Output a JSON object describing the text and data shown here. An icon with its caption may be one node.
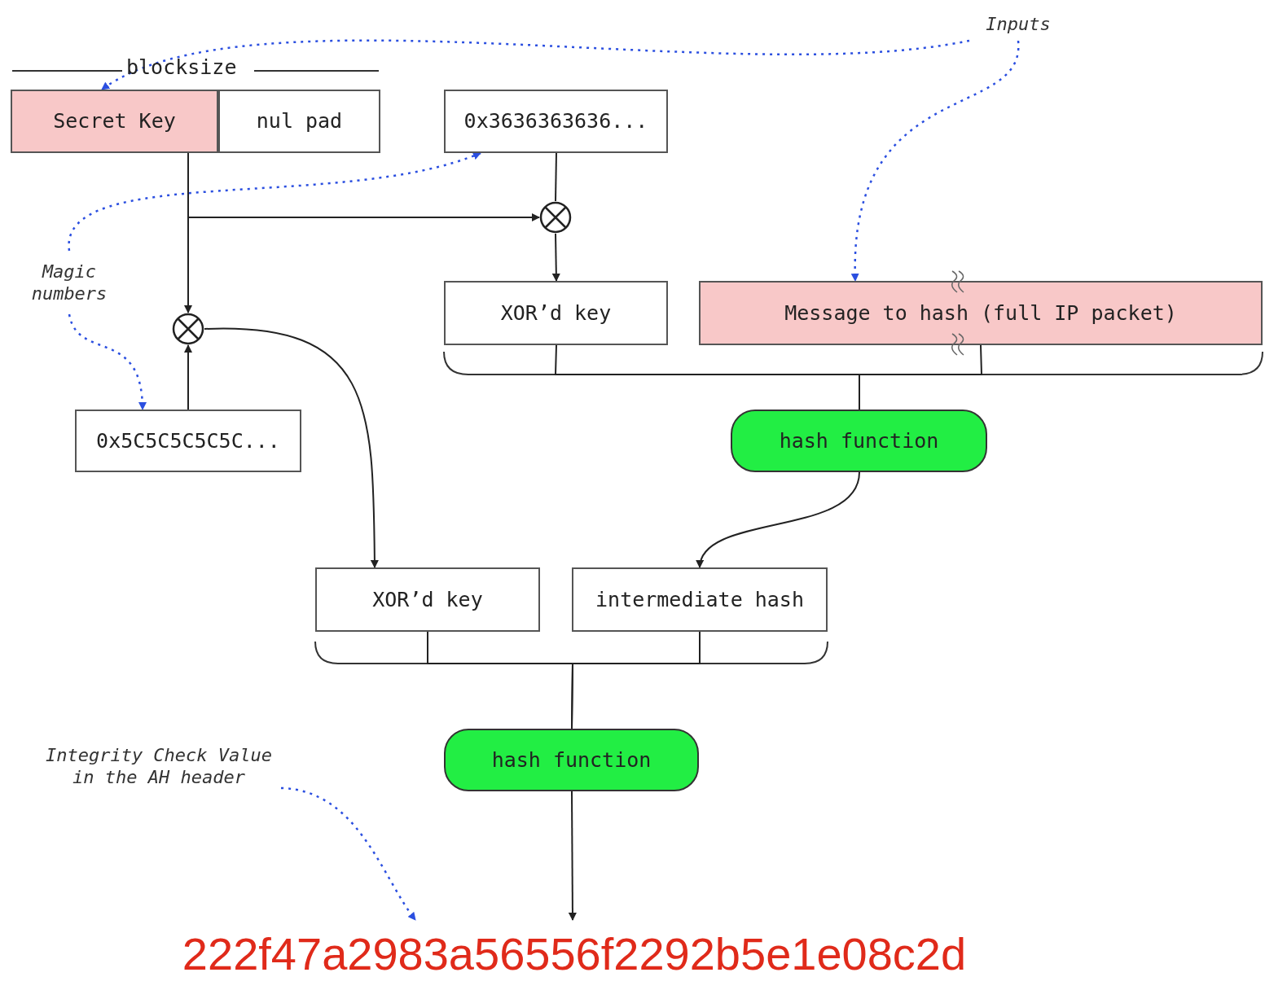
{
  "diagram": {
    "nodes": [
      {
        "text": [
          "Secret Key"
        ]
      },
      {
        "text": [
          "nul pad"
        ]
      },
      {
        "text": [
          "0x3636363636..."
        ]
      },
      {
        "text": [],
        "shape": "circle"
      },
      {
        "text": [],
        "shape": "circle"
      },
      {
        "text": [
          "0x5C5C5C5C5C..."
        ]
      },
      {
        "text": [
          "XOR’d key"
        ]
      },
      {
        "text": [
          "Message to hash (full IP packet)"
        ]
      },
      {
        "text": [
          "hash function"
        ]
      },
      {
        "text": [
          "XOR’d key"
        ]
      },
      {
        "text": [
          "intermediate hash"
        ]
      },
      {
        "text": [
          "hash function"
        ]
      },
      {
        "text": [
          "222f47a2983a56556f2292b5e1e08c2d"
        ]
      },
      {
        "text": [
          "Inputs"
        ]
      },
      {
        "text": [
          "Magic numbers"
        ]
      },
      {
        "text": [
          "Integrity Check Value in the AH header"
        ]
      }
    ],
    "edges": [
      {
        "from": 0,
        "to": 3,
        "arrow": "to"
      },
      {
        "from": 0,
        "to": 4,
        "arrow": "to"
      },
      {
        "from": 2,
        "to": 3,
        "arrow": "none"
      },
      {
        "from": 3,
        "to": 6,
        "arrow": "to"
      },
      {
        "from": 5,
        "to": 4,
        "arrow": "to"
      },
      {
        "from": 4,
        "to": 9,
        "arrow": "to"
      },
      {
        "from": 6,
        "to": 8,
        "arrow": "none"
      },
      {
        "from": 7,
        "to": 8,
        "arrow": "none"
      },
      {
        "from": 8,
        "to": 10,
        "arrow": "to"
      },
      {
        "from": 9,
        "to": 11,
        "arrow": "none"
      },
      {
        "from": 10,
        "to": 11,
        "arrow": "none"
      },
      {
        "from": 11,
        "to": 12,
        "arrow": "to"
      },
      {
        "from": 13,
        "to": 0,
        "arrow": "to",
        "style": "dashed",
        "color": "#2b4fe0"
      },
      {
        "from": 13,
        "to": 7,
        "arrow": "to",
        "style": "dashed",
        "color": "#2b4fe0"
      },
      {
        "from": 14,
        "to": 2,
        "arrow": "to",
        "style": "dashed",
        "color": "#2b4fe0"
      },
      {
        "from": 14,
        "to": 5,
        "arrow": "to",
        "style": "dashed",
        "color": "#2b4fe0"
      },
      {
        "from": 15,
        "to": 12,
        "arrow": "to",
        "style": "dashed",
        "color": "#2b4fe0"
      }
    ],
    "labels": [
      "blocksize"
    ]
  }
}
